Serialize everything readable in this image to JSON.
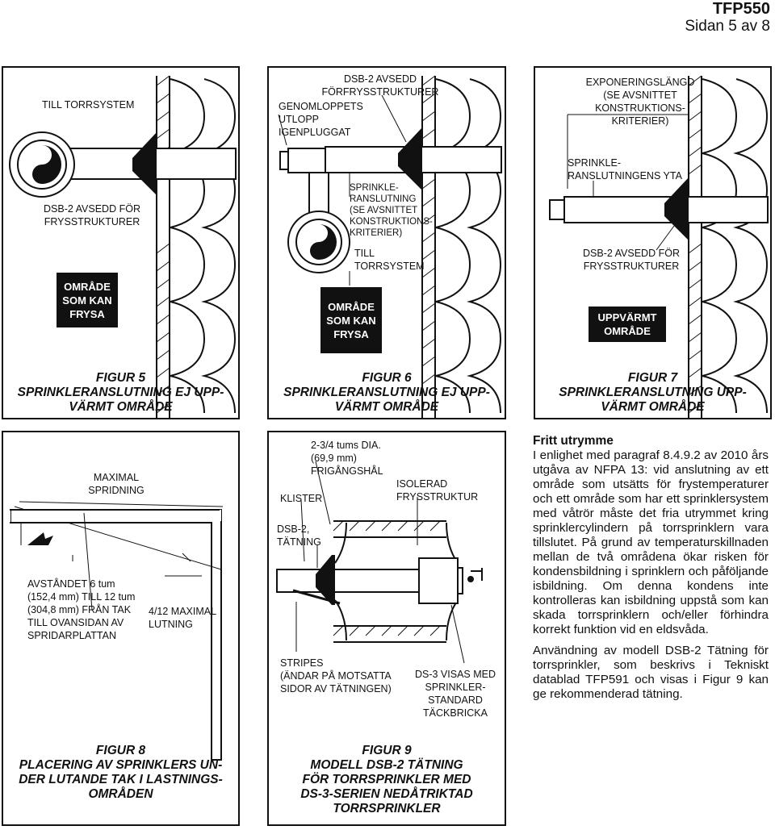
{
  "header": {
    "doc_id": "TFP550",
    "page": "Sidan 5 av 8"
  },
  "fig5": {
    "labels": {
      "till_torrsystem": "TILL TORRSYSTEM",
      "dsb2_1": "DSB-2 AVSEDD FÖR",
      "dsb2_2": "FRYSSTRUKTURER"
    },
    "zone": [
      "OMRÅDE",
      "SOM KAN",
      "FRYSA"
    ],
    "caption": [
      "FIGUR 5",
      "SPRINKLERANSLUTNING EJ UPP-",
      "VÄRMT OMRÅDE"
    ]
  },
  "fig6": {
    "labels": {
      "dsb_1": "DSB-2 AVSEDD",
      "dsb_2": "FÖRFRYSSTRUKTURER",
      "gen_1": "GENOMLOPPETS",
      "gen_2": "UTLOPP",
      "gen_3": "IGENPLUGGAT",
      "spr_1": "SPRINKLE-",
      "spr_2": "RANSLUTNING",
      "spr_3": "(SE AVSNITTET",
      "spr_4": "KONSTRUKTIONS-",
      "spr_5": "KRITERIER)",
      "till_1": "TILL",
      "till_2": "TORRSYSTEM"
    },
    "zone": [
      "OMRÅDE",
      "SOM KAN",
      "FRYSA"
    ],
    "caption": [
      "FIGUR 6",
      "SPRINKLERANSLUTNING EJ UPP-",
      "VÄRMT OMRÅDE"
    ]
  },
  "fig7": {
    "labels": {
      "exp_1": "EXPONERINGSLÄNGD",
      "exp_2": "(SE AVSNITTET",
      "exp_3": "KONSTRUKTIONS-",
      "exp_4": "KRITERIER)",
      "yta_1": "SPRINKLE-",
      "yta_2": "RANSLUTNINGENS YTA",
      "dsb_1": "DSB-2 AVSEDD FÖR",
      "dsb_2": "FRYSSTRUKTURER"
    },
    "zone": [
      "UPPVÄRMT",
      "OMRÅDE"
    ],
    "caption": [
      "FIGUR 7",
      "SPRINKLERANSLUTNING UPP-",
      "VÄRMT OMRÅDE"
    ]
  },
  "fig8": {
    "labels": {
      "max_1": "MAXIMAL",
      "max_2": "SPRIDNING",
      "avs_1": "AVSTÅNDET 6 tum",
      "avs_2": "(152,4 mm) TILL 12 tum",
      "avs_3": "(304,8 mm) FRÅN TAK",
      "avs_4": "TILL OVANSIDAN AV",
      "avs_5": "SPRIDARPLATTAN",
      "lut_1": "4/12 MAXIMAL",
      "lut_2": "LUTNING"
    },
    "caption": [
      "FIGUR 8",
      "PLACERING AV SPRINKLERS UN-",
      "DER LUTANDE TAK I LASTNINGS-",
      "OMRÅDEN"
    ]
  },
  "fig9": {
    "labels": {
      "dia_1": "2-3/4 tums DIA.",
      "dia_2": "(69,9 mm)",
      "dia_3": "FRIGÅNGSHÅL",
      "klister": "KLISTER",
      "iso_1": "ISOLERAD",
      "iso_2": "FRYSSTRUKTUR",
      "tat_1": "DSB-2,",
      "tat_2": "TÄTNING",
      "str_1": "STRIPES",
      "str_2": "(ÄNDAR PÅ MOTSATTA",
      "str_3": "SIDOR AV TÄTNINGEN)",
      "ds3_1": "DS-3 VISAS MED",
      "ds3_2": "SPRINKLER-",
      "ds3_3": "STANDARD",
      "ds3_4": "TÄCKBRICKA"
    },
    "caption": [
      "FIGUR 9",
      "MODELL DSB-2 TÄTNING",
      "FÖR TORRSPRINKLER MED",
      "DS-3-SERIEN NEDÅTRIKTAD",
      "TORRSPRINKLER"
    ]
  },
  "text": {
    "heading": "Fritt utrymme",
    "p1": "I enlighet med paragraf 8.4.9.2 av 2010 års utgåva av NFPA 13: vid anslutning av ett område som utsätts för frystemperaturer och ett område som har ett sprinklersystem med våtrör måste det fria utrymmet kring sprinklercylindern på torrsprinklern vara tillslutet. På grund av temperaturskillnaden mellan de två områdena ökar risken för kondensbildning i sprinklern och påföljande isbildning. Om denna kondens inte kontrolleras kan isbildning uppstå som kan skada torrsprinklern och/eller förhindra korrekt funktion vid en eldsvåda.",
    "p2": "Användning av modell DSB-2 Tätning för torrsprinkler, som beskrivs i Tekniskt datablad TFP591 och visas i Figur 9 kan ge rekommenderad tätning."
  }
}
